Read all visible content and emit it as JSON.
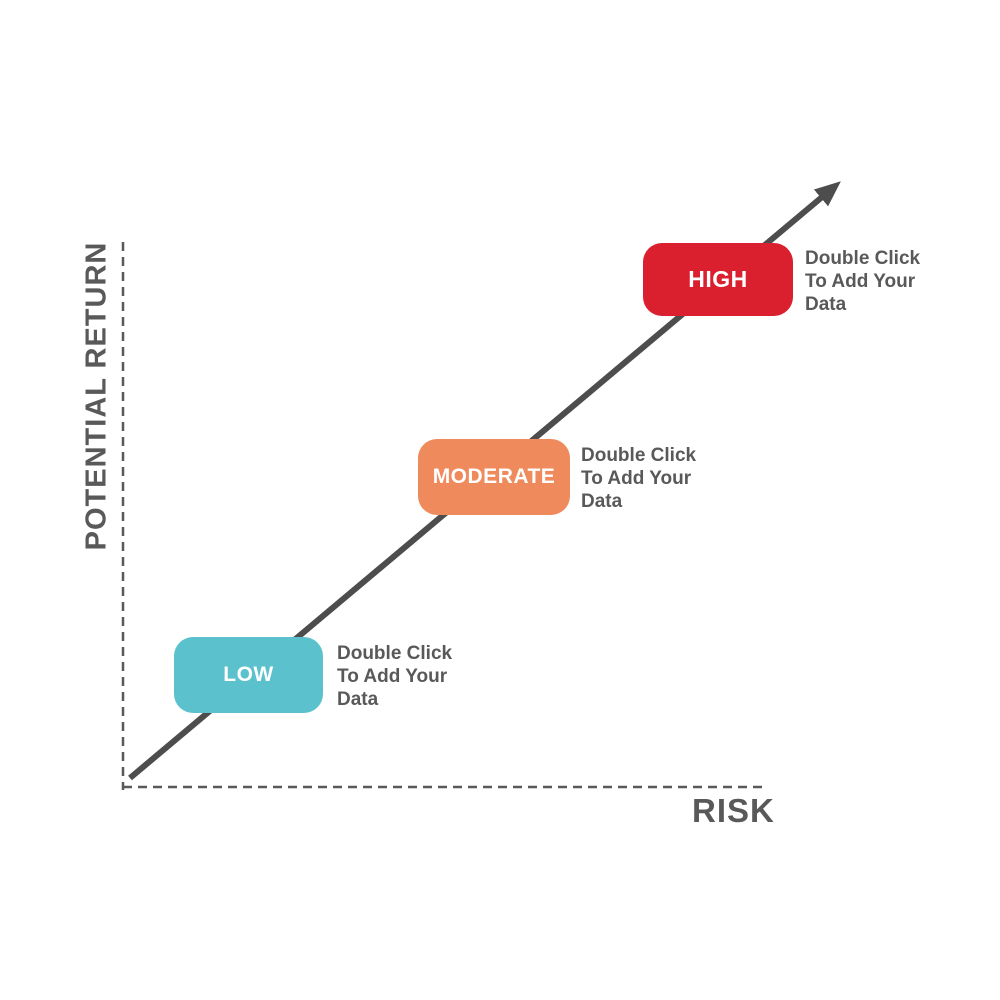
{
  "diagram": {
    "type": "risk-return-diagram",
    "x_axis_label": "RISK",
    "y_axis_label": "POTENTIAL RETURN",
    "levels": [
      {
        "label": "LOW",
        "color": "#5BC2CD",
        "note": [
          "Double Click",
          "To Add Your",
          "Data"
        ]
      },
      {
        "label": "MODERATE",
        "color": "#EE8A5B",
        "note": [
          "Double Click",
          "To Add Your",
          "Data"
        ]
      },
      {
        "label": "HIGH",
        "color": "#DA1F2E",
        "note": [
          "Double Click",
          "To Add Your",
          "Data"
        ]
      }
    ],
    "colors": {
      "axis": "#595959",
      "arrow": "#4D4D4D",
      "note_text": "#595959",
      "label_text": "#FFFFFF",
      "background": "#FFFFFF"
    }
  }
}
